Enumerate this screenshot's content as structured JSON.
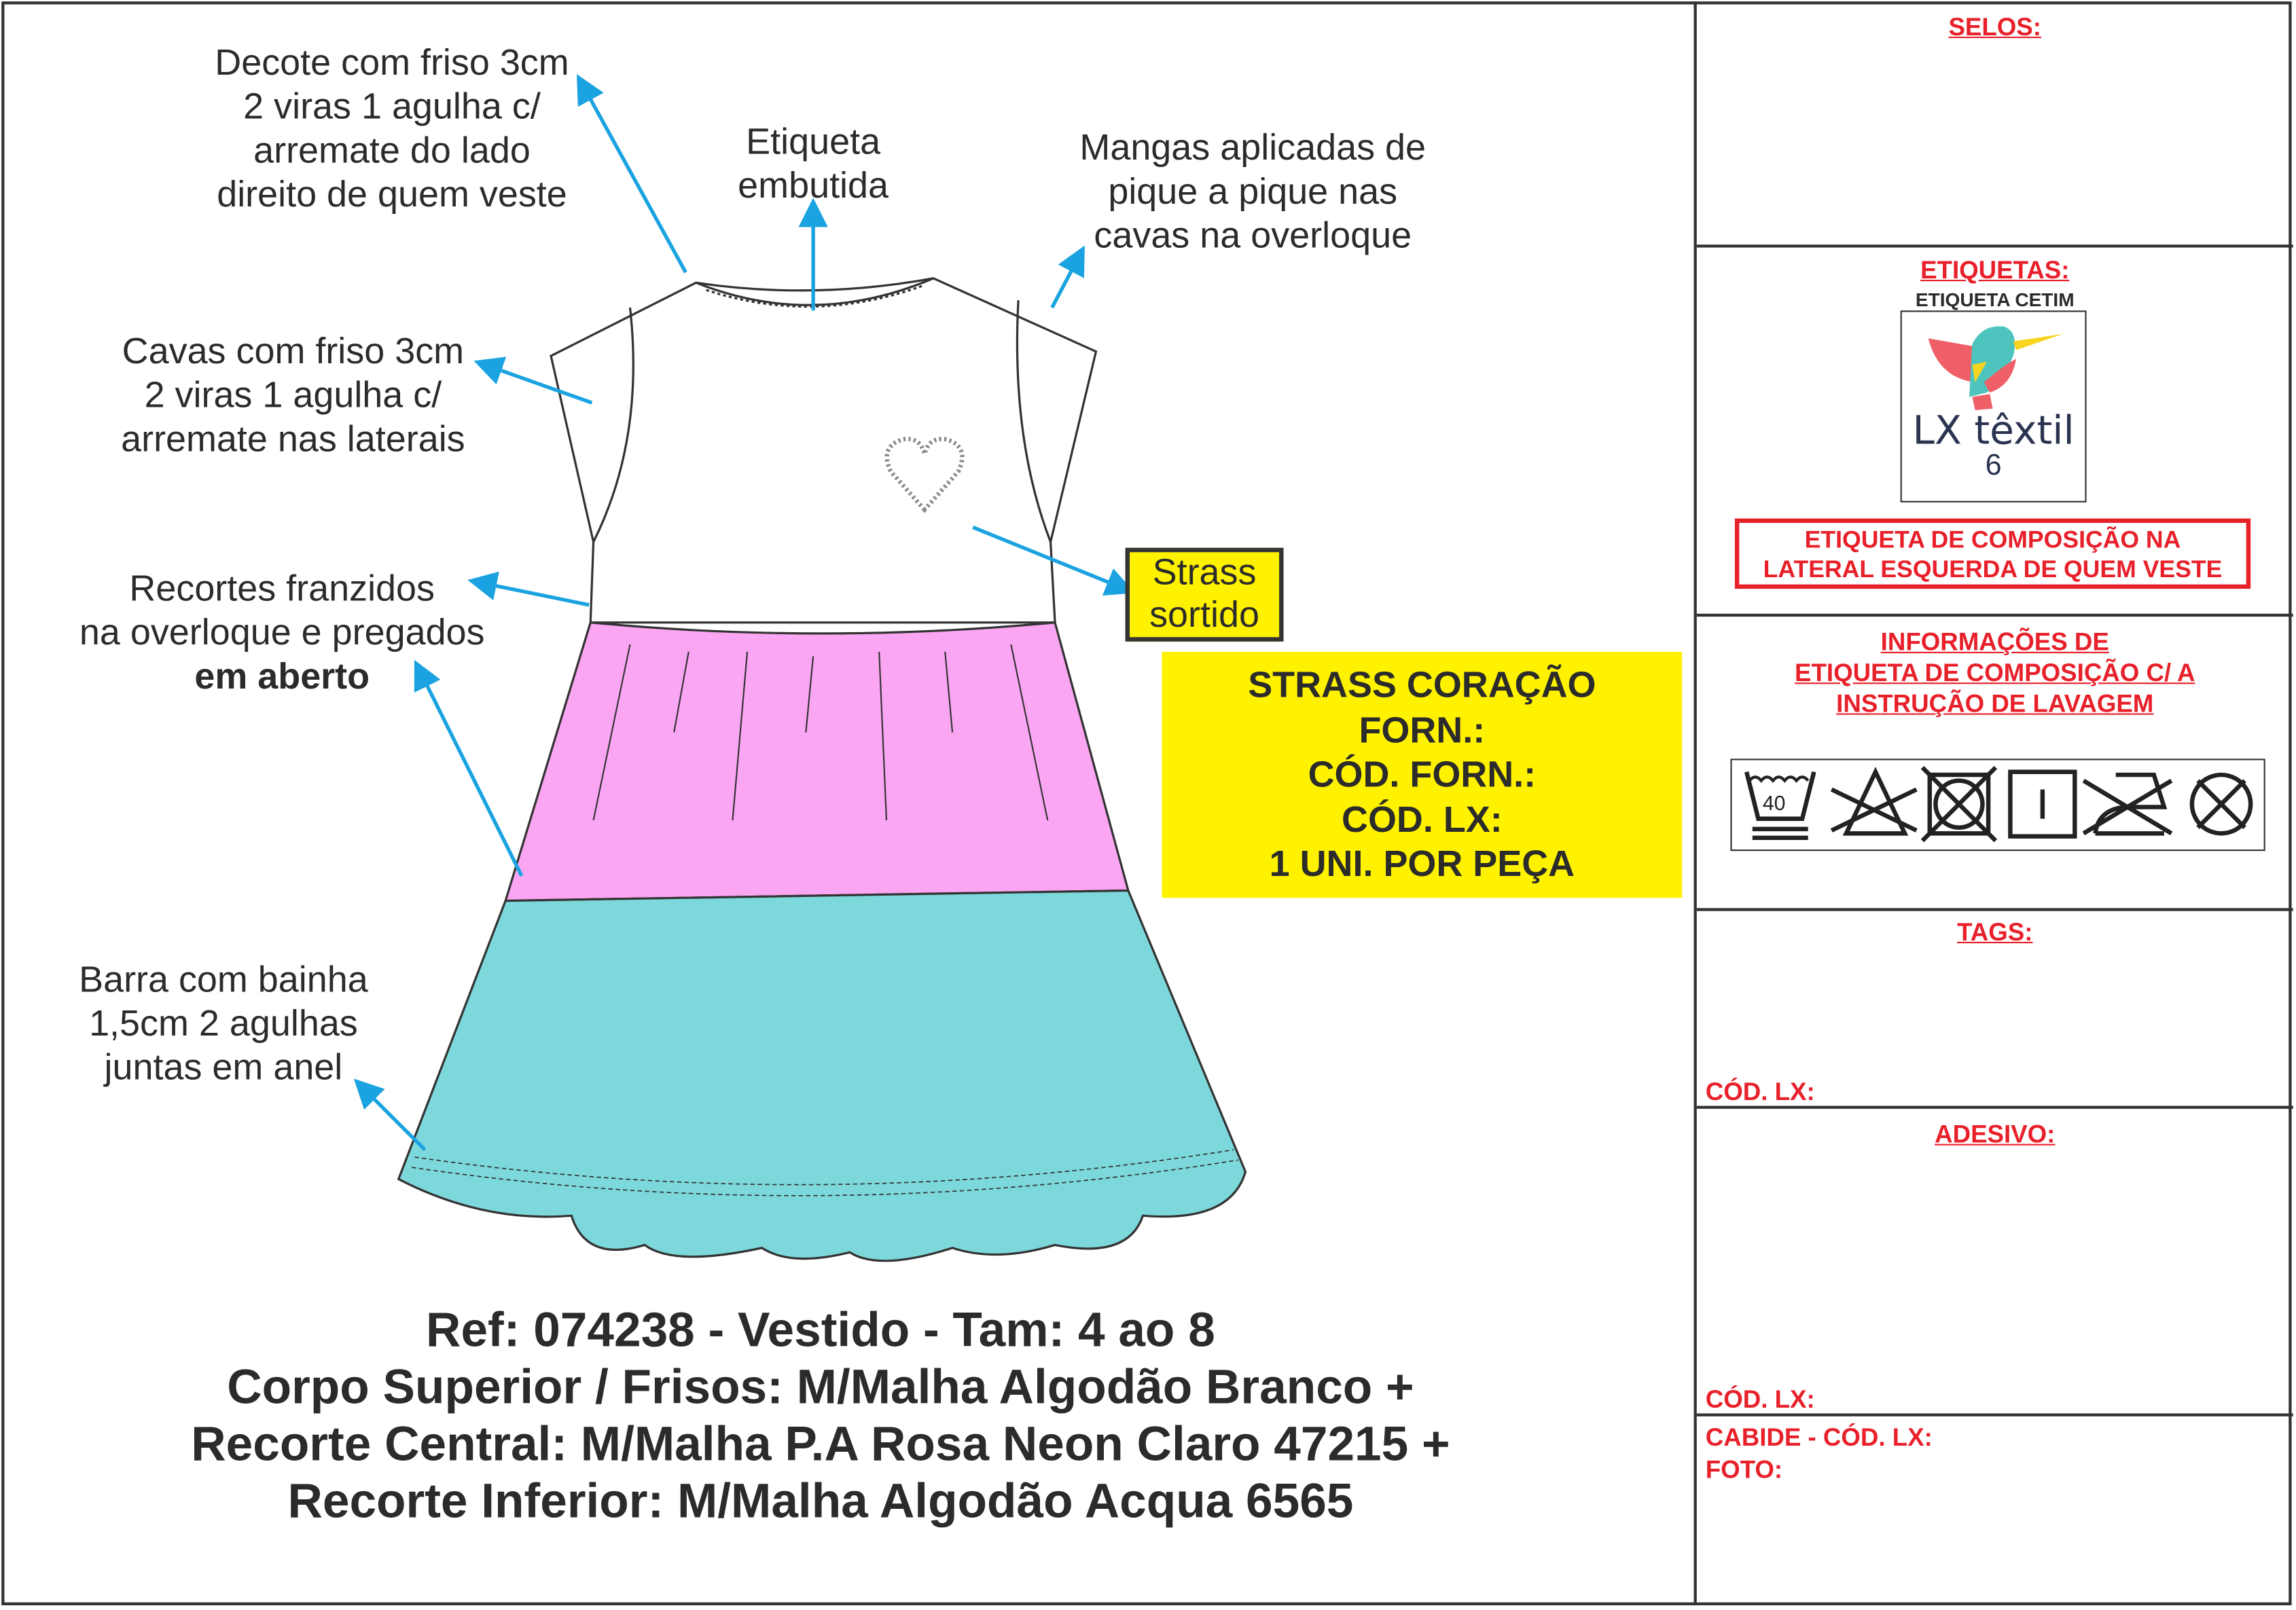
{
  "annotations": {
    "decote": [
      "Decote com friso 3cm",
      "2 viras 1 agulha c/",
      "arremate do lado",
      "direito de quem veste"
    ],
    "etiqueta": [
      "Etiqueta",
      "embutida"
    ],
    "mangas": [
      "Mangas aplicadas de",
      "pique a pique nas",
      "cavas na overloque"
    ],
    "cavas": [
      "Cavas com friso 3cm",
      "2 viras 1 agulha c/",
      "arremate nas laterais"
    ],
    "recortes": [
      "Recortes franzidos",
      "na overloque e pregados"
    ],
    "recortes_bold": "em aberto",
    "barra": [
      "Barra com bainha",
      "1,5cm 2 agulhas",
      "juntas em anel"
    ],
    "strass": [
      "Strass",
      "sortido"
    ]
  },
  "strass_box": [
    "STRASS CORAÇÃO",
    "FORN.:",
    "CÓD. FORN.:",
    "CÓD. LX:",
    "1 UNI. POR PEÇA"
  ],
  "reference": [
    "Ref: 074238 - Vestido - Tam: 4 ao 8",
    "Corpo Superior / Frisos: M/Malha Algodão Branco +",
    "Recorte Central: M/Malha P.A Rosa Neon Claro 47215 +",
    "Recorte Inferior: M/Malha Algodão Acqua 6565"
  ],
  "panel": {
    "selos": "SELOS:",
    "etiquetas": "ETIQUETAS:",
    "etiqueta_cetim": "ETIQUETA CETIM",
    "logo_text": "LX têxtil",
    "logo_size": "6",
    "composicao": [
      "ETIQUETA DE COMPOSIÇÃO NA",
      "LATERAL ESQUERDA DE QUEM VESTE"
    ],
    "informacoes": [
      "INFORMAÇÕES DE",
      "ETIQUETA DE COMPOSIÇÃO C/ A",
      "INSTRUÇÃO DE LAVAGEM"
    ],
    "wash_temp": "40",
    "tags": "TAGS:",
    "cod_lx_1": "CÓD. LX:",
    "adesivo": "ADESIVO:",
    "cod_lx_2": "CÓD. LX:",
    "cabide": "CABIDE - CÓD. LX:",
    "foto": "FOTO:"
  },
  "colors": {
    "arrow": "#1aa3e0",
    "pink": "#fba6f2",
    "teal": "#7dd8dc",
    "yellow": "#fff200",
    "red": "#e8202a"
  }
}
